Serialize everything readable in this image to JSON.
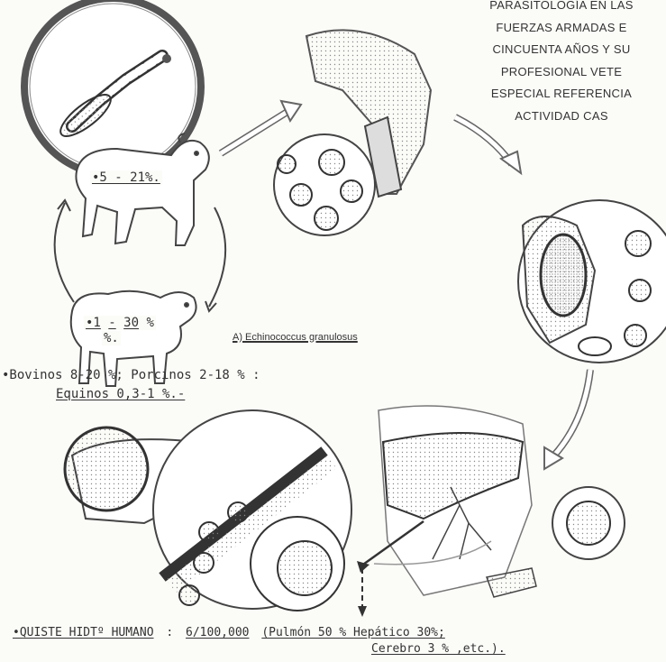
{
  "heading_lines": [
    "PARASITOLOGÍA EN LAS",
    "FUERZAS ARMADAS E",
    "CINCUENTA AÑOS Y SU",
    "PROFESIONAL VETE",
    "ESPECIAL REFERENCIA",
    "ACTIVIDAD CAS"
  ],
  "dog_prevalence": "•5 - 21%.",
  "sheep_prevalence": {
    "prefix": "•1",
    "sep": "-",
    "num": "30",
    "pct": "%",
    "den": "%."
  },
  "figure_caption": "A) Echinococcus granulosus",
  "livestock_line1": "•Bovinos 8-20 %; Porcinos 2-18 % :",
  "livestock_line2": "Equinos 0,3-1 %.-",
  "human_line": {
    "label": "•QUISTE HIDTº HUMANO",
    "colon": ":",
    "ratio": "6/100,000",
    "detail": "(Pulmón 50 % Hepático 30%;",
    "detail2": "Cerebro 3 % ,etc.)."
  }
}
